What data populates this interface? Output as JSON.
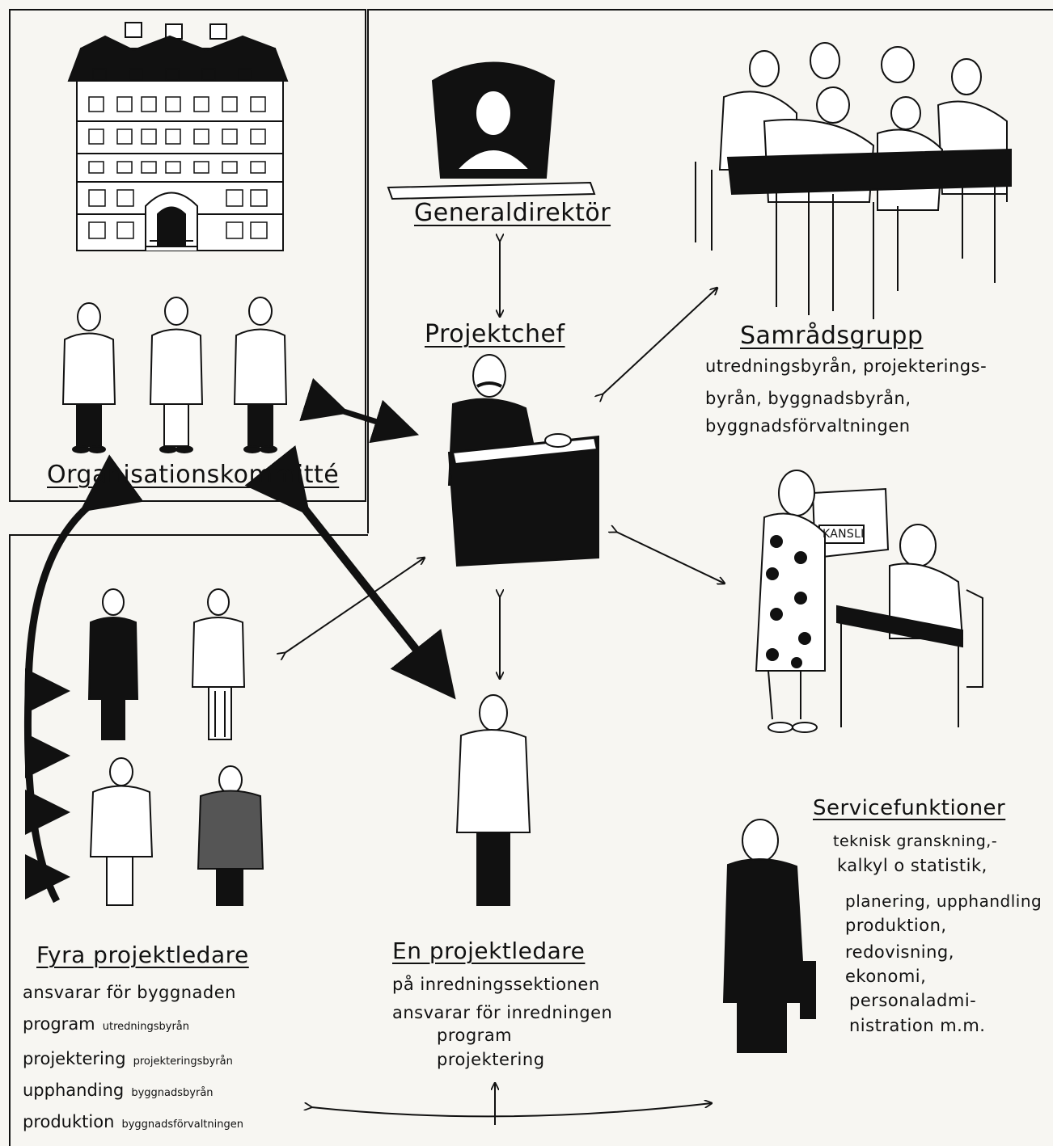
{
  "nodes": {
    "generaldirektor": {
      "title": "Generaldirektör"
    },
    "projektchef": {
      "title": "Projektchef"
    },
    "samradsgrupp": {
      "title": "Samrådsgrupp",
      "lines": [
        "utredningsbyrån, projekterings-",
        "byrån, byggnadsbyrån,",
        "byggnadsförvaltningen"
      ]
    },
    "organisationskommitte": {
      "title": "Organisationskommitté"
    },
    "kansli": {
      "sign": "KANSLI"
    },
    "servicefunktioner": {
      "title": "Servicefunktioner",
      "lines": [
        "teknisk granskning,-",
        "kalkyl o statistik,",
        "planering, upphandling",
        "produktion,",
        "redovisning,",
        "ekonomi,",
        "personaladmi-",
        "nistration m.m."
      ]
    },
    "en_projektledare": {
      "title": "En projektledare",
      "lines": [
        "på inredningssektionen",
        "ansvarar för inredningen",
        "program",
        "projektering"
      ]
    },
    "fyra_projektledare": {
      "title": "Fyra projektledare",
      "line1": "ansvarar för byggnaden",
      "rows": [
        {
          "main": "program",
          "note": "utredningsbyrån"
        },
        {
          "main": "projektering",
          "note": "projekteringsbyrån"
        },
        {
          "main": "upphanding",
          "note": "byggnadsbyrån"
        },
        {
          "main": "produktion",
          "note": "byggnadsförvaltningen"
        }
      ]
    }
  },
  "colors": {
    "ink": "#111111",
    "paper": "#f7f6f2",
    "line": "#1a1a1a"
  }
}
